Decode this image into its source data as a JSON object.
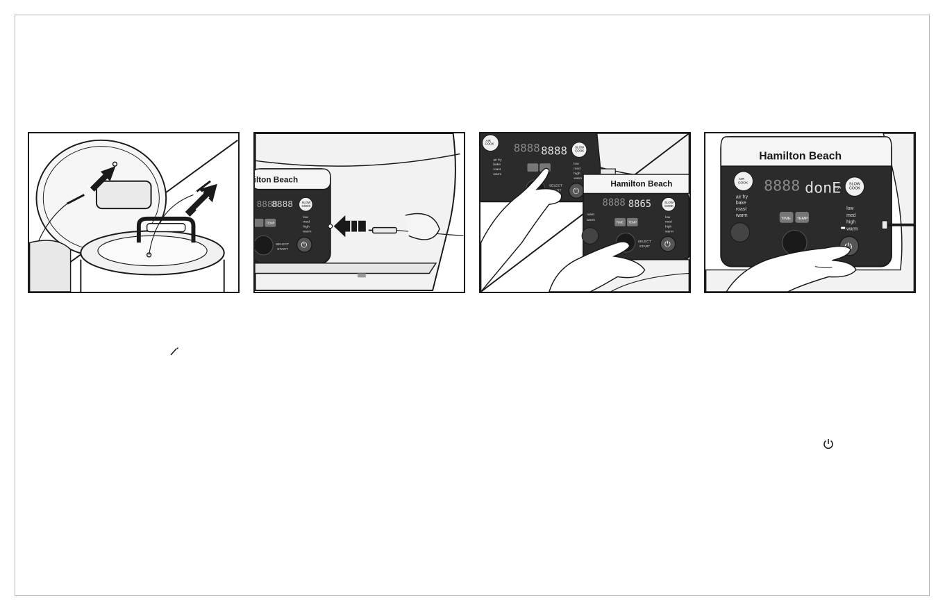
{
  "brand": {
    "name": "Hamilton Beach",
    "name_short": "ilton Beach"
  },
  "control_panel": {
    "air_cook": [
      "AIR",
      "COOK"
    ],
    "slow_cook": [
      "SLOW",
      "COOK"
    ],
    "modes_left": [
      "air fry",
      "bake",
      "roast",
      "warm"
    ],
    "modes_right": [
      "low",
      "med",
      "high",
      "warm"
    ],
    "time_button": "TIME",
    "temp_button": "TEMP",
    "select_start": [
      "SELECT",
      "START"
    ],
    "display_blank": "8888",
    "display_165": "8865",
    "display_done": "donE"
  },
  "icons": {
    "probe": "probe-icon",
    "power": "power-icon"
  },
  "colors": {
    "line": "#1a1a1a",
    "panel_dark": "#2b2b2b",
    "panel_mid": "#3a3a3a",
    "display_grey": "#8a8a8a",
    "border": "#b5b5b5"
  }
}
